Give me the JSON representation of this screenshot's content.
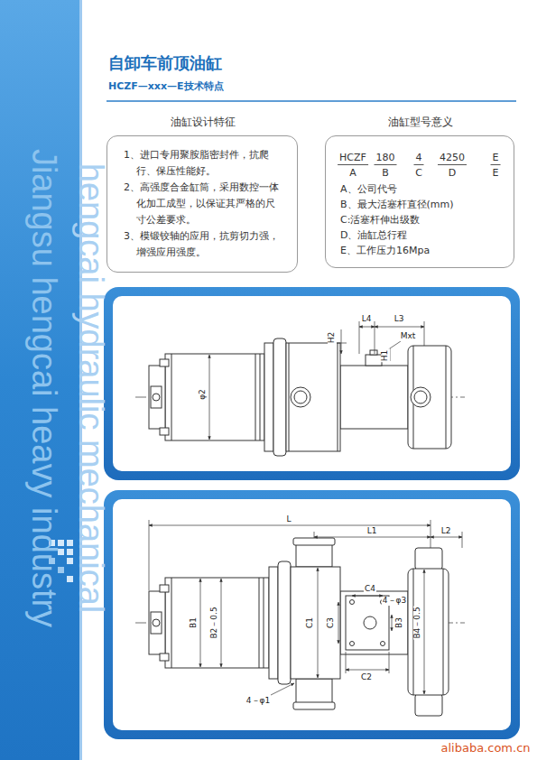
{
  "diagram": {
    "title": "自卸车前顶油缸",
    "nodes": [
      {
        "text": [
          "油缸设计特征",
          "1、进口专用聚胺脂密封件，抗爬行、保压性能好。",
          "2、高强度合金缸筒，采用数控一体化加工成型，以保证其严格的尺寸公差要求。",
          "3、模锻铰轴的应用，抗剪切力强，增强应用强度。"
        ]
      },
      {
        "text": [
          "油缸型号意义",
          "HCZF",
          "180",
          "4",
          "4250",
          "E",
          "A",
          "B",
          "C",
          "D",
          "E",
          "A、公司代号",
          "B、最大活塞杆直径(mm)",
          "C:活塞杆伸出级数",
          "D、油缸总行程",
          "E、工作压力16Mpa"
        ]
      }
    ],
    "labels": [
      "HCZF—xxx—E技术特点",
      "Jiangsu hengcai heavy industry",
      "hengcai hydraulic mechanical",
      "L4",
      "L3",
      "Mxt",
      "H2",
      "H1",
      "φ2",
      "L",
      "L1",
      "L2",
      "C4",
      "4－φ3",
      "C1",
      "C3",
      "B3",
      "B1",
      "B2－0.5",
      "B4－0.5",
      "C2",
      "4－φ1",
      "alibaba.com.cn"
    ]
  }
}
